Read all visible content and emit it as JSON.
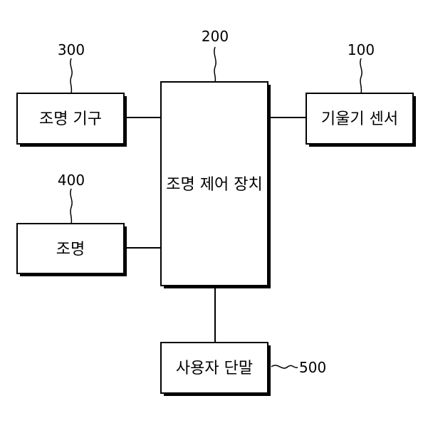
{
  "blocks": {
    "control_device": {
      "label": "조명 제어 장치",
      "ref": "200"
    },
    "light_fixture": {
      "label": "조명 기구",
      "ref": "300"
    },
    "tilt_sensor": {
      "label": "기울기 센서",
      "ref": "100"
    },
    "lighting": {
      "label": "조명",
      "ref": "400"
    },
    "user_terminal": {
      "label": "사용자 단말",
      "ref": "500"
    }
  }
}
